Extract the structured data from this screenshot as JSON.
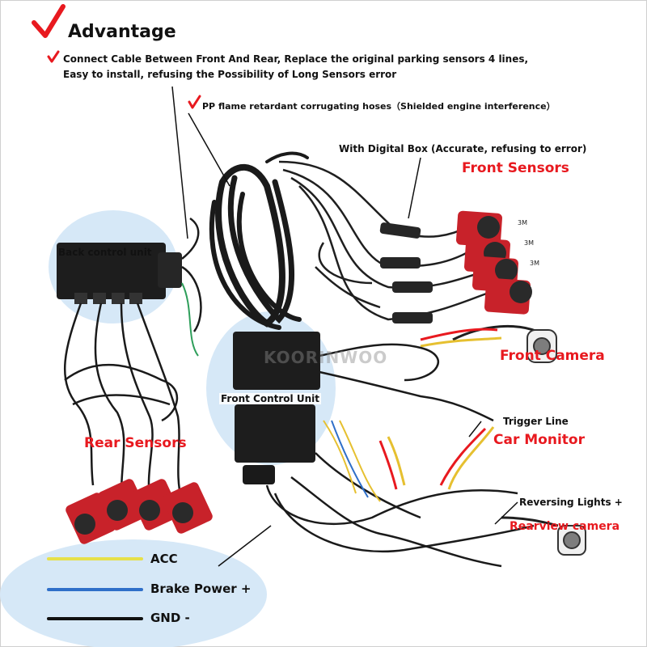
{
  "header": {
    "title": "Advantage",
    "line1": "Connect Cable Between Front And  Rear,   Replace the original parking sensors 4 lines,",
    "line2": "Easy to install, refusing the Possibility of Long Sensors error"
  },
  "callouts": {
    "hoses": "PP flame retardant corrugating hoses（Shielded engine interference）",
    "digital_box": "With Digital Box (Accurate, refusing to error)",
    "trigger_line": "Trigger Line",
    "reversing_lights": "Reversing Lights +"
  },
  "labels": {
    "front_sensors": "Front Sensors",
    "front_camera": "Front Camera",
    "rear_sensors": "Rear Sensors",
    "car_monitor": "Car Monitor",
    "rearview_camera": "Rearview camera",
    "back_control_unit": "Back control unit",
    "front_control_unit": "Front Control Unit"
  },
  "watermark": "KOORINWOO",
  "legend": [
    {
      "label": "ACC",
      "color": "#e6e04a"
    },
    {
      "label": "Brake Power +",
      "color": "#2f6fc9"
    },
    {
      "label": "GND -",
      "color": "#111111"
    }
  ],
  "colors": {
    "accent_red": "#e8191f",
    "highlight_blue": "#cfe2f5",
    "sensor_pad": "#c8222a",
    "sensor_body": "#2a2a2a"
  }
}
